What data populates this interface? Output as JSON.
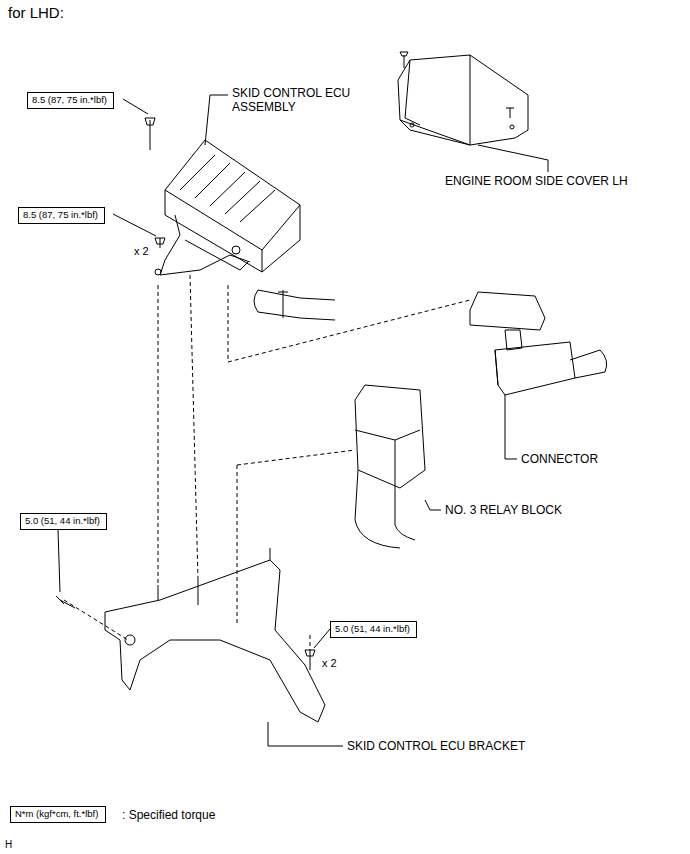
{
  "diagram": {
    "title": "for LHD:",
    "nodes": [
      {
        "text": [
          "8.5 (87, 75 in.*lbf)"
        ]
      },
      {
        "text": [
          "8.5 (87, 75 in.*lbf)"
        ]
      },
      {
        "text": [
          "5.0 (51, 44 in.*lbf)"
        ]
      },
      {
        "text": [
          "5.0 (51, 44 in.*lbf)"
        ]
      },
      {
        "text": [
          "N*m (kgf*cm, ft.*lbf)"
        ]
      }
    ],
    "edges": [],
    "labels": [
      "SKID CONTROL ECU ASSEMBLY",
      "ENGINE ROOM SIDE COVER LH",
      "x 2",
      "CONNECTOR",
      "NO. 3 RELAY BLOCK",
      "5.0 (51, 44 in.*lbf)",
      "x 2",
      "SKID CONTROL ECU BRACKET",
      ": Specified torque",
      "H"
    ]
  }
}
